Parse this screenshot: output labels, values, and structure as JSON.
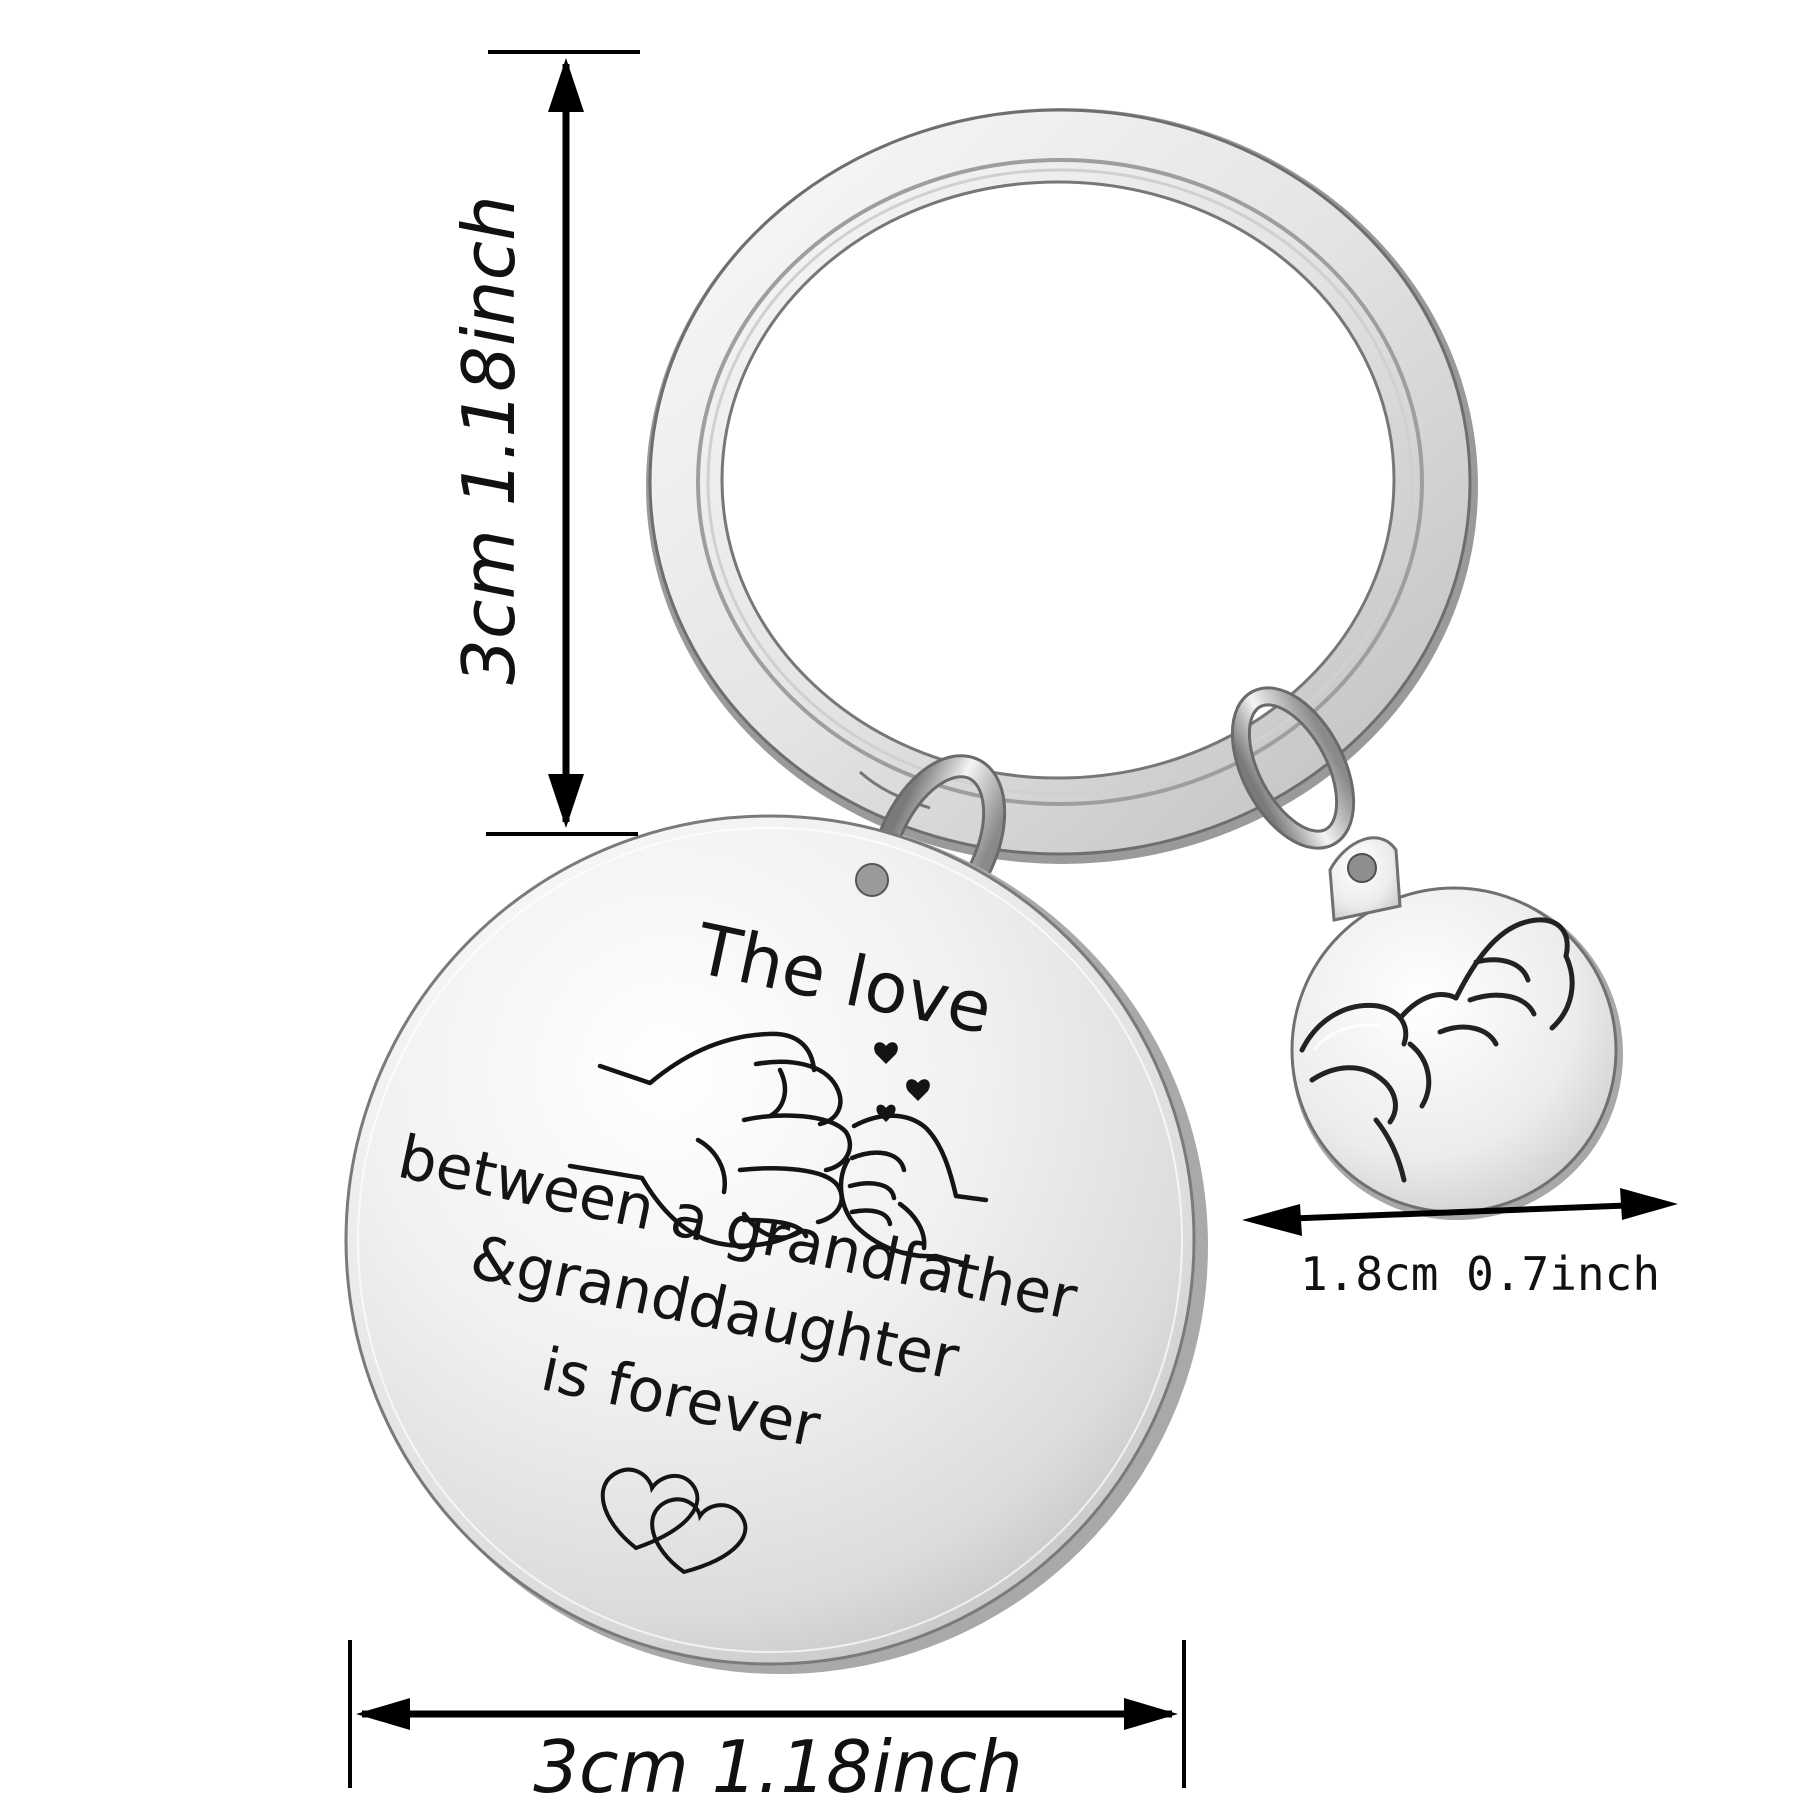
{
  "dimensions": {
    "height_label": "3cm 1.18inch",
    "width_label": "3cm 1.18inch",
    "charm_label": "1.8cm 0.7inch"
  },
  "pendant": {
    "engraving": {
      "line1": "The love",
      "line2": "between a grandfather",
      "line3": "&granddaughter",
      "line4": "is forever"
    },
    "art": {
      "fist_bump": "fist-bump-hands-illustration",
      "hearts": "double-heart-outline"
    }
  },
  "charm": {
    "art": "pinky-promise-hands-illustration"
  },
  "colors": {
    "metal_light": "#f6f6f6",
    "metal_mid": "#d9d9d9",
    "metal_dark": "#8c8c8c",
    "edge": "#6e6e6e",
    "ink": "#141414"
  }
}
